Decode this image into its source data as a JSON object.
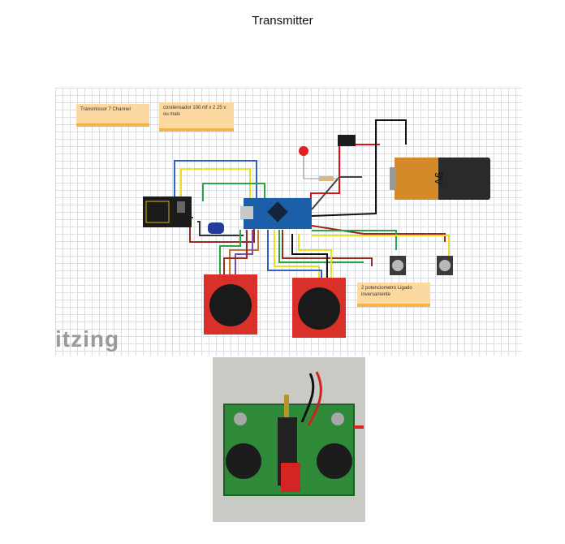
{
  "title": "Transmitter",
  "notes": {
    "channel": "Transmissor 7 Channel",
    "capacitor": "condensador 100 mf x 2 25 v ou mais",
    "pots": "2 potenciometro Ligado inversamente"
  },
  "brand": "itzing",
  "battery_label": "9V",
  "colors": {
    "grid": "#d8dde6",
    "note": "#fbd9a1",
    "board": "#1b5fa8",
    "joystick_board": "#d9302a"
  }
}
